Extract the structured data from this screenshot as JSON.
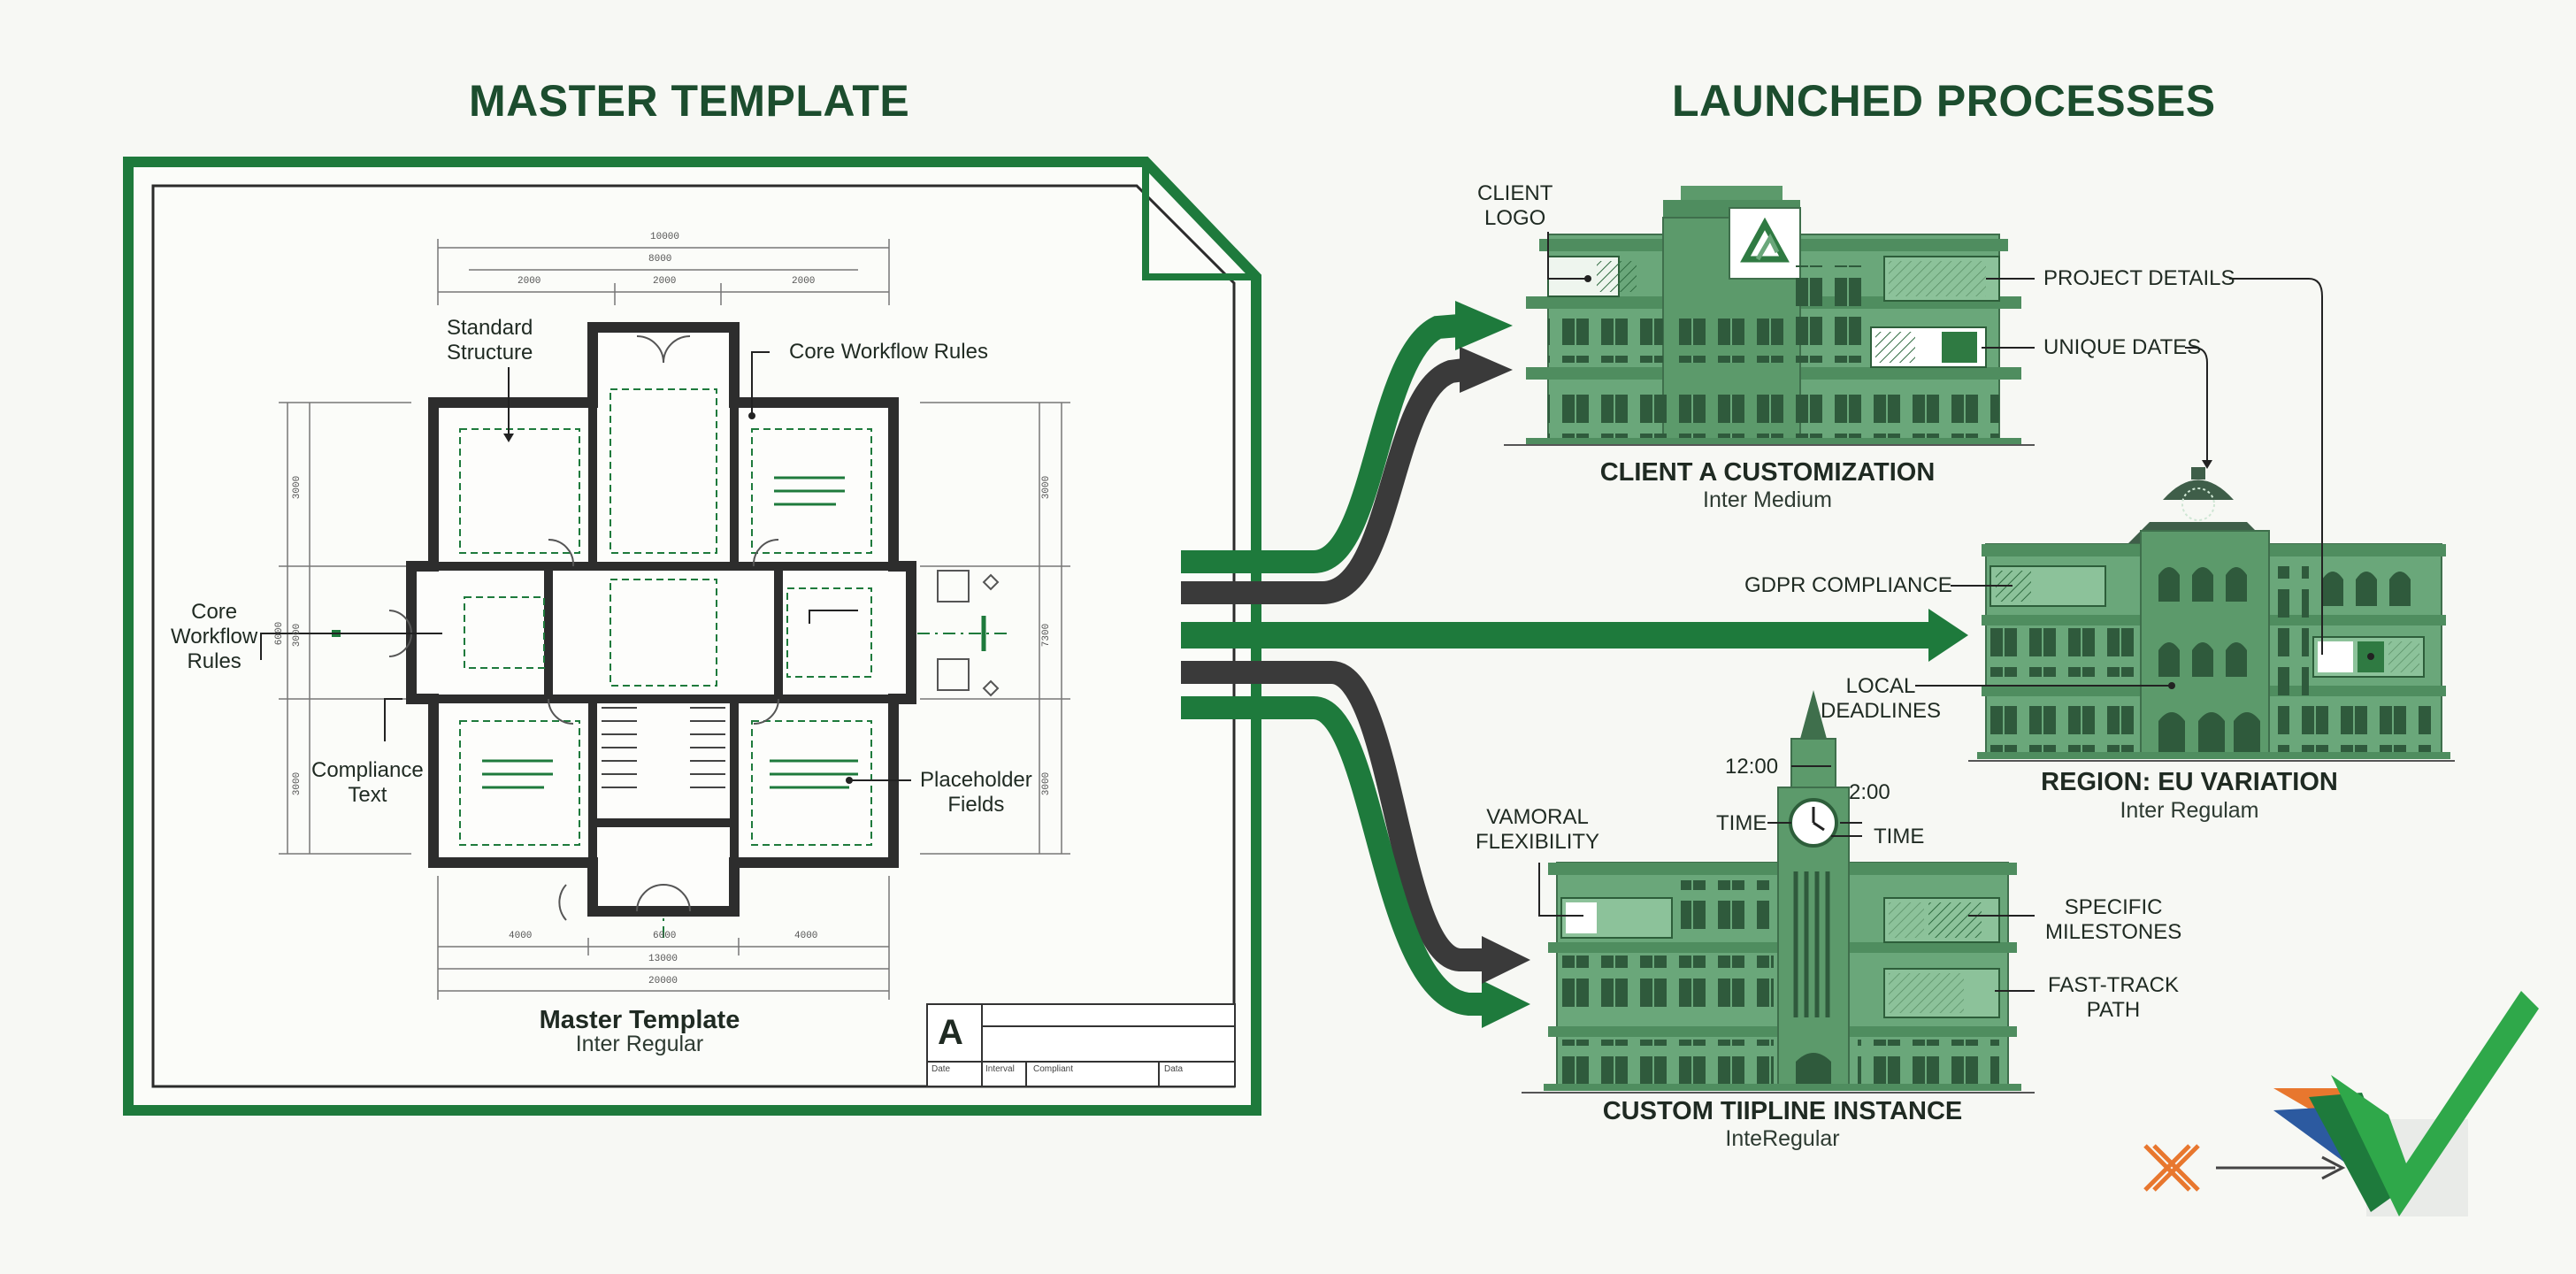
{
  "left_section": {
    "heading": "MASTER TEMPLATE",
    "caption_title": "Master Template",
    "caption_font": "Inter Regular",
    "callouts": {
      "standard_structure": "Standard\nStructure",
      "core_workflow_rules_top": "Core Workflow Rules",
      "core_workflow_rules_left": "Core\nWorkflow\nRules",
      "compliance_text": "Compliance\nText",
      "placeholder_fields": "Placeholder\nFields"
    },
    "dimensions": {
      "top": [
        "10000",
        "8000",
        "2000",
        "2000",
        "2000"
      ],
      "bottom": [
        "4000",
        "6000",
        "4000",
        "13000",
        "20000"
      ],
      "left": [
        "3000",
        "6000",
        "3000",
        "3000"
      ],
      "right": [
        "3000",
        "7300",
        "3000"
      ]
    },
    "title_block": {
      "letter": "A",
      "fields": [
        "Date",
        "Interval",
        "Compliant",
        "Data"
      ]
    }
  },
  "right_section": {
    "heading": "LAUNCHED PROCESSES",
    "client_a": {
      "title": "CLIENT A CUSTOMIZATION",
      "font": "Inter Medium",
      "client_logo": "CLIENT\nLOGO",
      "project_details": "PROJECT DETAILS",
      "unique_dates": "UNIQUE DATES"
    },
    "region_eu": {
      "title": "REGION: EU VARIATION",
      "font": "Inter Regulam",
      "gdpr": "GDPR COMPLIANCE",
      "local_deadlines": "LOCAL\nDEADLINES"
    },
    "custom_timeline": {
      "title": "CUSTOM TIIPLINE INSTANCE",
      "font": "InteRegular",
      "time_1200": "12:00",
      "time_200": "2:00",
      "time_left": "TIME",
      "time_right": "TIME",
      "vamoral": "VAMORAL\nFLEXIBILITY",
      "specific_milestones": "SPECIFIC\nMILESTONES",
      "fast_track": "FAST-TRACK\nPATH"
    }
  },
  "colors": {
    "brand_green": "#1e7a3c",
    "building_green": "#6aa77a",
    "dark_gray": "#3a3a3a",
    "check_green": "#2fa84a",
    "accent_orange": "#e8772e",
    "accent_blue": "#2c5aa0"
  },
  "icons": [
    "x-mark-icon",
    "arrow-right-icon",
    "checkmark-icon",
    "client-logo-icon",
    "clock-icon"
  ]
}
